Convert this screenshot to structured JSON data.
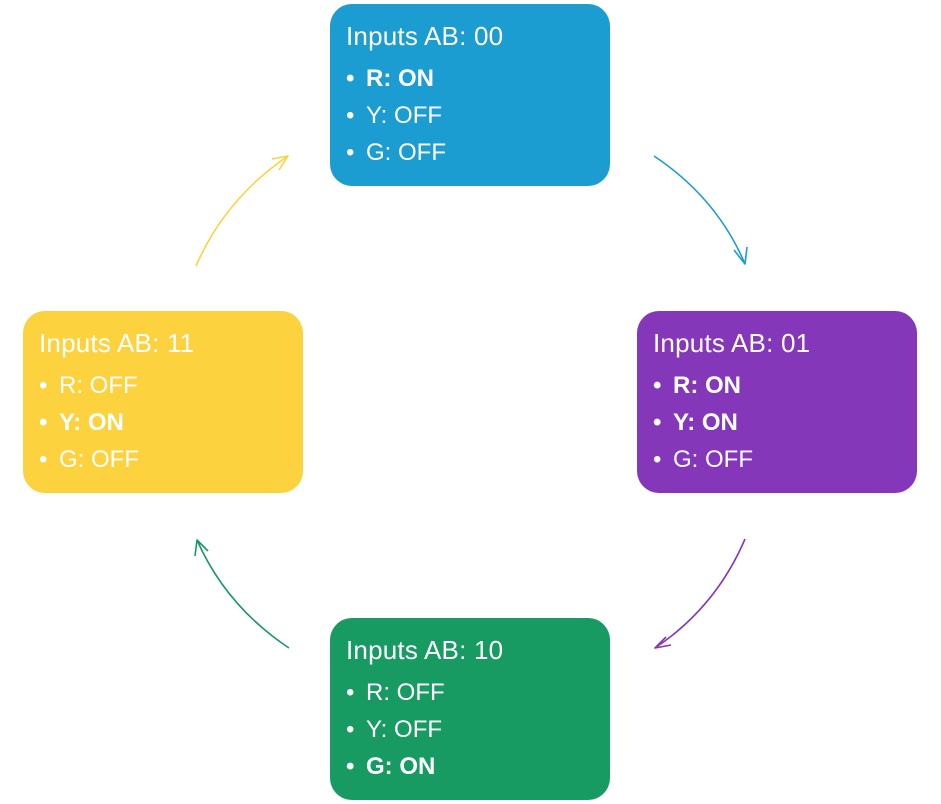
{
  "colors": {
    "state_00": "#1b9dd1",
    "state_01": "#8537b9",
    "state_10": "#189a63",
    "state_11": "#fdd23f"
  },
  "states": [
    {
      "id": "s00",
      "title": "Inputs AB: 00",
      "color_key": "state_00",
      "lights": [
        {
          "label": "R: ON",
          "on": true
        },
        {
          "label": "Y: OFF",
          "on": false
        },
        {
          "label": "G: OFF",
          "on": false
        }
      ]
    },
    {
      "id": "s01",
      "title": "Inputs AB: 01",
      "color_key": "state_01",
      "lights": [
        {
          "label": "R: ON",
          "on": true
        },
        {
          "label": "Y: ON",
          "on": true
        },
        {
          "label": "G: OFF",
          "on": false
        }
      ]
    },
    {
      "id": "s10",
      "title": "Inputs AB: 10",
      "color_key": "state_10",
      "lights": [
        {
          "label": "R: OFF",
          "on": false
        },
        {
          "label": "Y: OFF",
          "on": false
        },
        {
          "label": "G: ON",
          "on": true
        }
      ]
    },
    {
      "id": "s11",
      "title": "Inputs AB: 11",
      "color_key": "state_11",
      "lights": [
        {
          "label": "R: OFF",
          "on": false
        },
        {
          "label": "Y: ON",
          "on": true
        },
        {
          "label": "G: OFF",
          "on": false
        }
      ]
    }
  ],
  "transitions": [
    {
      "from": "s00",
      "to": "s01",
      "color_key": "state_00"
    },
    {
      "from": "s01",
      "to": "s10",
      "color_key": "state_01"
    },
    {
      "from": "s10",
      "to": "s11",
      "color_key": "state_10"
    },
    {
      "from": "s11",
      "to": "s00",
      "color_key": "state_11"
    }
  ]
}
